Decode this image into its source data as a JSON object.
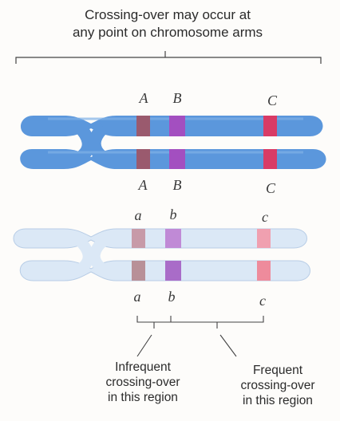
{
  "title": {
    "line1": "Crossing-over may occur at",
    "line2": "any point on chromosome arms"
  },
  "dominant_labels": {
    "upper": [
      "A",
      "B",
      "C"
    ],
    "lower": [
      "A",
      "B",
      "C"
    ]
  },
  "recessive_labels": {
    "upper": [
      "a",
      "b",
      "c"
    ],
    "lower": [
      "a",
      "b",
      "c"
    ]
  },
  "captions": {
    "infrequent": [
      "Infrequent",
      "crossing-over",
      "in this region"
    ],
    "frequent": [
      "Frequent",
      "crossing-over",
      "in this region"
    ]
  },
  "colors": {
    "chromosome_dark": "#5b97dc",
    "chromosome_light": "#dbe8f6",
    "band_A": "#9a5a6e",
    "band_B": "#a34fc0",
    "band_C": "#d83b66",
    "band_a": "#c79aa8",
    "band_b": "#c08ad6",
    "band_c": "#f0a0b0"
  }
}
